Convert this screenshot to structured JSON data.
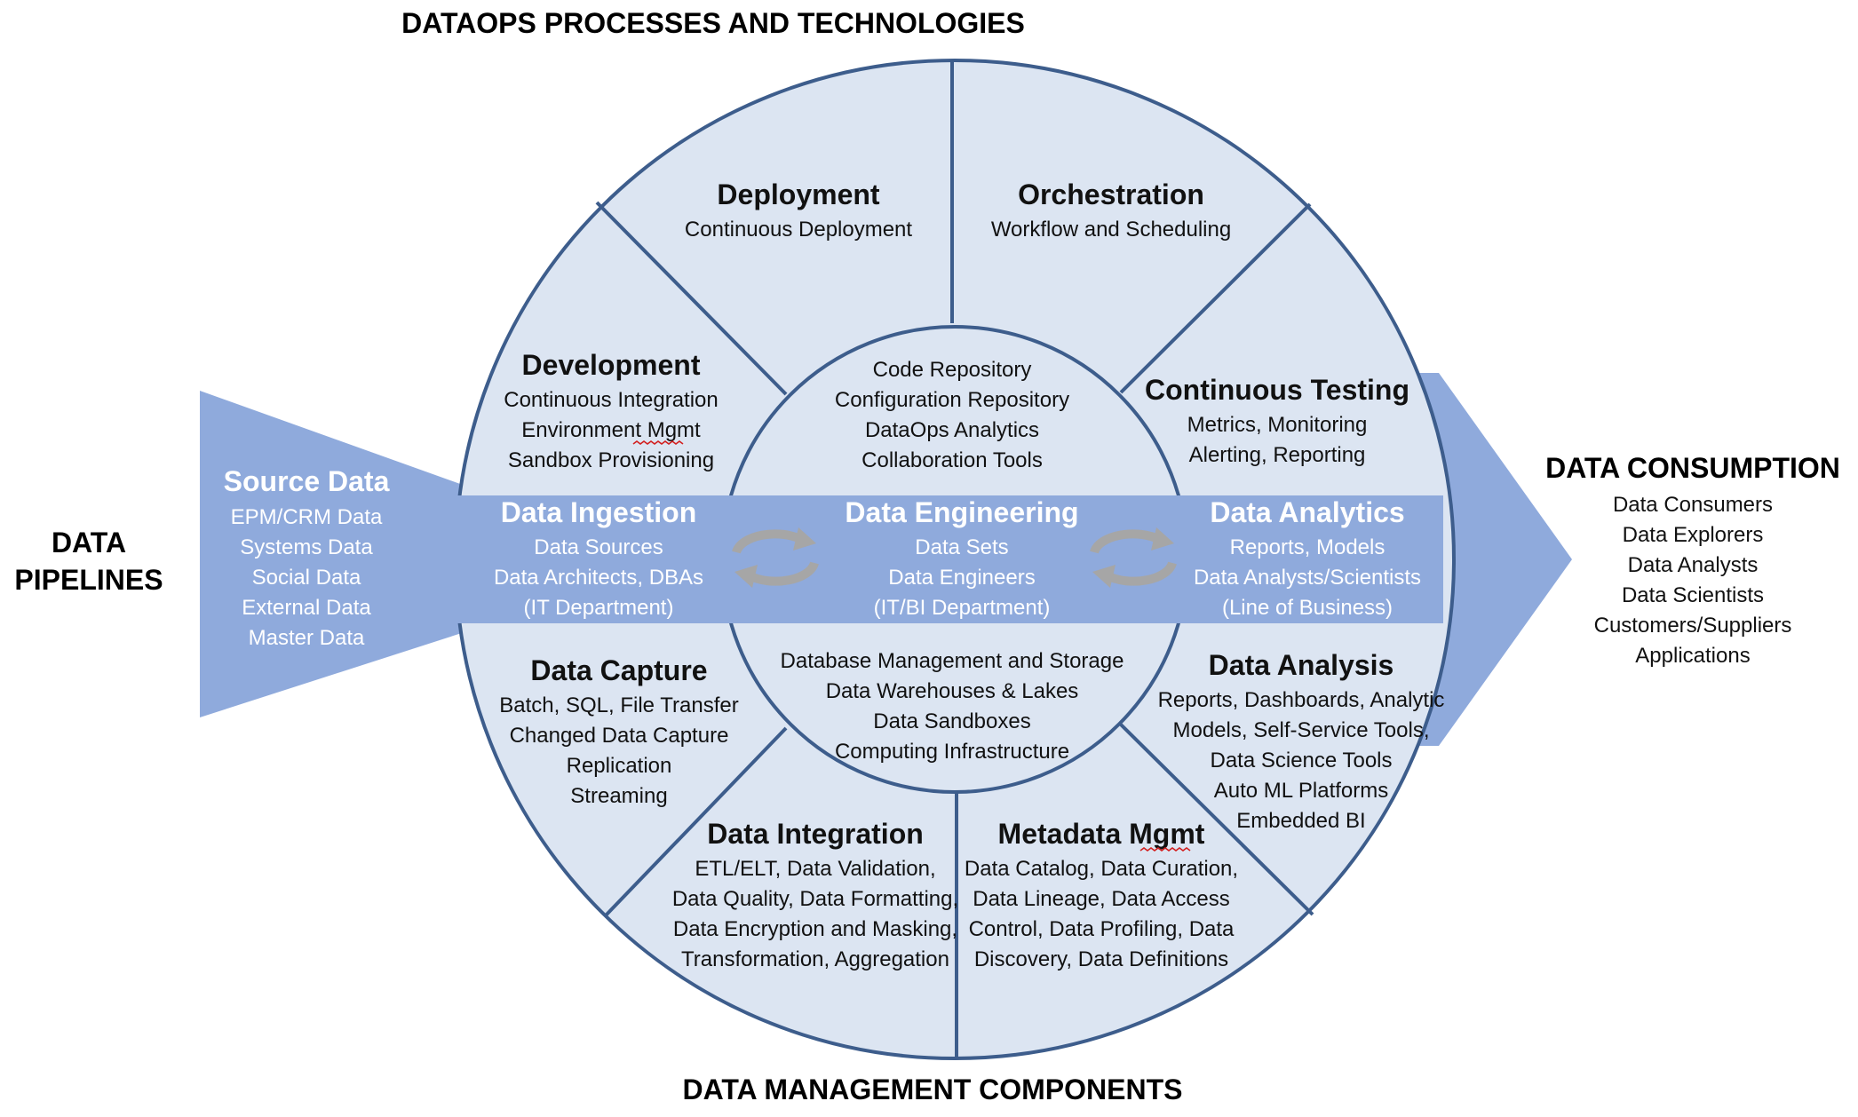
{
  "headers": {
    "top": "DATAOPS PROCESSES AND TECHNOLOGIES",
    "bottom": "DATA MANAGEMENT COMPONENTS",
    "left_line1": "DATA",
    "left_line2": "PIPELINES"
  },
  "consumption": {
    "title": "DATA CONSUMPTION",
    "items": [
      "Data Consumers",
      "Data Explorers",
      "Data Analysts",
      "Data Scientists",
      "Customers/Suppliers",
      "Applications"
    ]
  },
  "source": {
    "title": "Source Data",
    "items": [
      "EPM/CRM Data",
      "Systems Data",
      "Social Data",
      "External Data",
      "Master Data"
    ]
  },
  "band": {
    "ingestion": {
      "title": "Data Ingestion",
      "items": [
        "Data Sources",
        "Data Architects, DBAs",
        "(IT Department)"
      ]
    },
    "engineering": {
      "title": "Data Engineering",
      "items": [
        "Data Sets",
        "Data Engineers",
        "(IT/BI Department)"
      ]
    },
    "analytics": {
      "title": "Data Analytics",
      "items": [
        "Reports, Models",
        "Data Analysts/Scientists",
        "(Line of Business)"
      ]
    }
  },
  "center_top": [
    "Code Repository",
    "Configuration Repository",
    "DataOps Analytics",
    "Collaboration Tools"
  ],
  "center_bottom": [
    "Database Management and Storage",
    "Data Warehouses & Lakes",
    "Data Sandboxes",
    "Computing Infrastructure"
  ],
  "segments": {
    "deployment": {
      "title": "Deployment",
      "items": [
        "Continuous Deployment"
      ]
    },
    "orchestration": {
      "title": "Orchestration",
      "items": [
        "Workflow and Scheduling"
      ]
    },
    "development": {
      "title": "Development",
      "items": [
        "Continuous Integration",
        "Environment Mgmt",
        "Sandbox Provisioning"
      ]
    },
    "testing": {
      "title": "Continuous Testing",
      "items": [
        "Metrics, Monitoring",
        "Alerting, Reporting"
      ]
    },
    "capture": {
      "title": "Data Capture",
      "items": [
        "Batch, SQL, File Transfer",
        "Changed Data Capture",
        "Replication",
        "Streaming"
      ]
    },
    "analysis": {
      "title": "Data Analysis",
      "items": [
        "Reports, Dashboards, Analytic",
        "Models, Self-Service Tools,",
        "Data Science Tools",
        "Auto ML Platforms",
        "Embedded BI"
      ]
    },
    "integration": {
      "title": "Data Integration",
      "items": [
        "ETL/ELT, Data Validation,",
        "Data Quality, Data Formatting,",
        "Data Encryption and Masking,",
        "Transformation, Aggregation"
      ]
    },
    "metadata": {
      "title": "Metadata Mgmt",
      "items": [
        "Data Catalog, Data Curation,",
        "Data Lineage, Data Access",
        "Control, Data Profiling, Data",
        "Discovery, Data Definitions"
      ]
    }
  },
  "colors": {
    "circle_fill": "#dce5f2",
    "line": "#3d5d8c",
    "band": "#8faadc",
    "cycle_icon": "#a6a6a6",
    "spellcheck": "#d21f1f"
  },
  "icons": [
    "cycle-arrows-icon",
    "cycle-arrows-icon"
  ]
}
